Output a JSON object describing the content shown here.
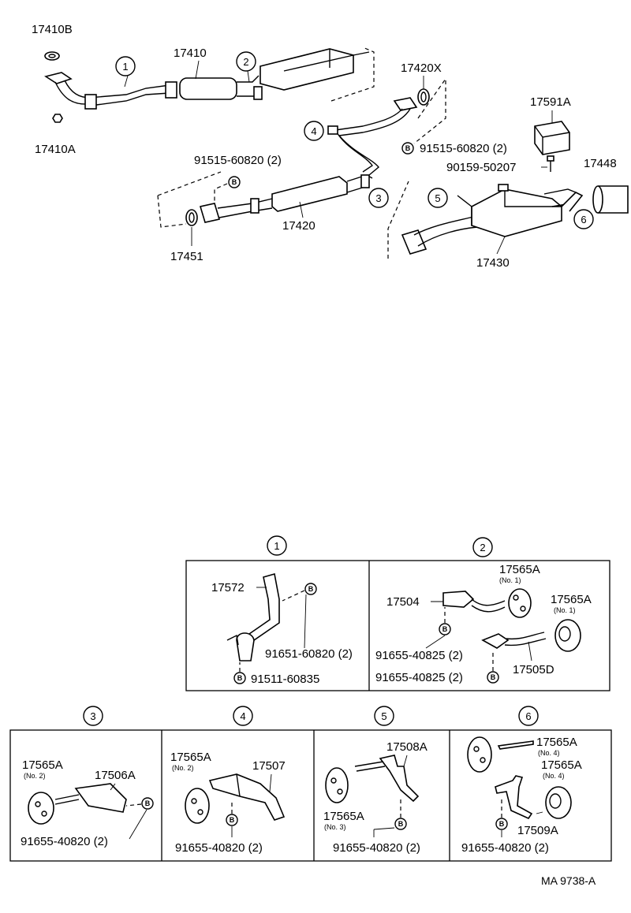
{
  "diagram_code": "MA 9738-A",
  "parts": {
    "p17410B": "17410B",
    "p17410": "17410",
    "p17410A": "17410A",
    "p17420X": "17420X",
    "p17591A": "17591A",
    "bolt_91515_a": "91515-60820 (2)",
    "bolt_91515_b": "91515-60820 (2)",
    "p90159": "90159-50207",
    "p17448": "17448",
    "p17420": "17420",
    "p17451": "17451",
    "p17430": "17430"
  },
  "callouts": [
    "1",
    "2",
    "3",
    "4",
    "5",
    "6"
  ],
  "bolt_mark": "B",
  "details": {
    "d1": {
      "number": "1",
      "p17572": "17572",
      "bolt_a": "91651-60820 (2)",
      "bolt_b": "91511-60835"
    },
    "d2": {
      "number": "2",
      "p17504": "17504",
      "mount_a": "17565A",
      "mount_a_sub": "(No. 1)",
      "mount_b": "17565A",
      "mount_b_sub": "(No. 1)",
      "bolt_a": "91655-40825 (2)",
      "bolt_b": "91655-40825 (2)",
      "p17505D": "17505D"
    },
    "d3": {
      "number": "3",
      "mount": "17565A",
      "mount_sub": "(No. 2)",
      "p17506A": "17506A",
      "bolt": "91655-40820 (2)"
    },
    "d4": {
      "number": "4",
      "mount": "17565A",
      "mount_sub": "(No. 2)",
      "p17507": "17507",
      "bolt": "91655-40820 (2)"
    },
    "d5": {
      "number": "5",
      "p17508A": "17508A",
      "mount": "17565A",
      "mount_sub": "(No. 3)",
      "bolt": "91655-40820 (2)"
    },
    "d6": {
      "number": "6",
      "mount_a": "17565A",
      "mount_a_sub": "(No. 4)",
      "mount_b": "17565A",
      "mount_b_sub": "(No. 4)",
      "p17509A": "17509A",
      "bolt": "91655-40820 (2)"
    }
  }
}
